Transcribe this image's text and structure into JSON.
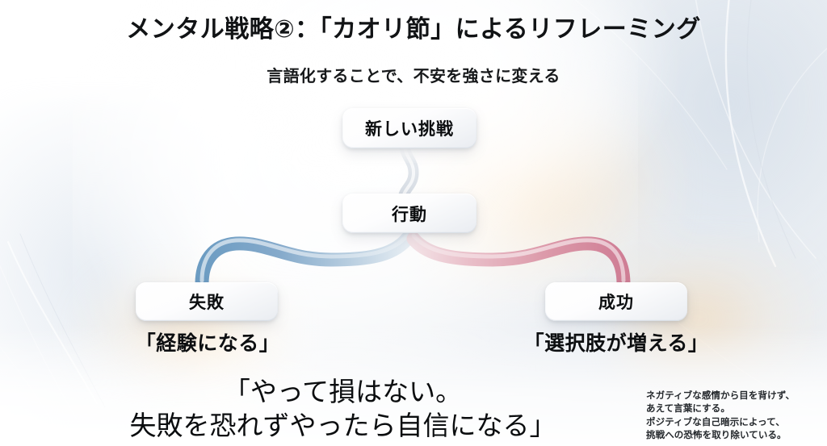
{
  "slide": {
    "title": "メンタル戦略②：「カオリ節」によるリフレーミング",
    "subtitle": "言語化することで、不安を強さに変える"
  },
  "diagram": {
    "nodes": {
      "challenge": "新しい挑戦",
      "action": "行動",
      "failure": "失敗",
      "success": "成功"
    },
    "captions": {
      "failure": "「経験になる」",
      "success": "「選択肢が増える」"
    },
    "connector_colors": {
      "trunk": "#c9ced6",
      "failure_branch": "#7ba4c6",
      "success_branch": "#d88ea4"
    }
  },
  "quote": {
    "line1": "「やって損はない。",
    "line2": "失敗を恐れずやったら自信になる」"
  },
  "annotation": {
    "line1": "ネガティブな感情から目を背けず、",
    "line2": "あえて言葉にする。",
    "line3": "ポジティブな自己暗示によって、",
    "line4": "挑戦への恐怖を取り除いている。"
  },
  "theme": {
    "background": "#f4f6f8",
    "warm_glow": "#f8c884",
    "text": "#0c0e10"
  }
}
